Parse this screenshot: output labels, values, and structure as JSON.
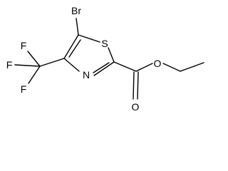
{
  "atoms": {
    "bromine": "Br",
    "sulfur": "S",
    "nitrogen": "N",
    "fluorine_top": "F",
    "fluorine_left": "F",
    "fluorine_bottom": "F",
    "carbonyl_oxygen": "O",
    "ester_oxygen": "O"
  },
  "colors": {
    "bond": "#000000",
    "label": "#000000",
    "background": "#ffffff"
  }
}
